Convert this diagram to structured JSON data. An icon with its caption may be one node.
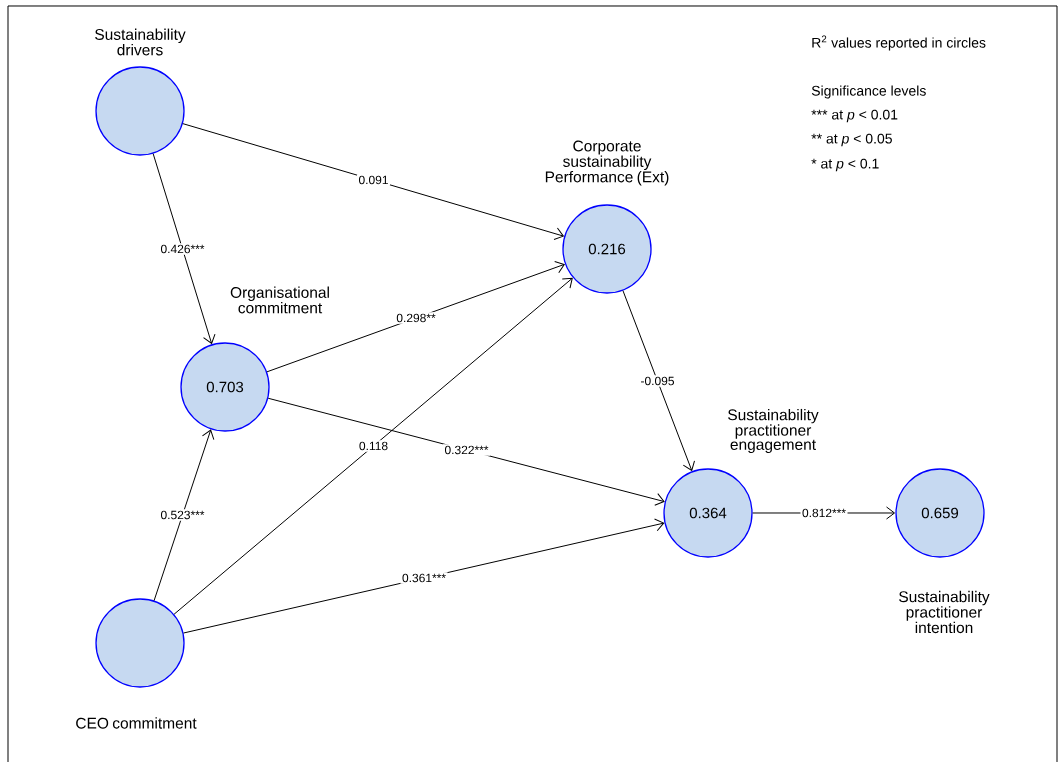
{
  "diagram": {
    "nodes": [
      {
        "text": [
          "Sustainability drivers"
        ]
      },
      {
        "text": [
          "Corporate sustainability Performance (Ext)",
          "0.216"
        ]
      },
      {
        "text": [
          "Organisational commitment",
          "0.703"
        ]
      },
      {
        "text": [
          "Sustainability practitioner engagement",
          "0.364"
        ]
      },
      {
        "text": [
          "0.659",
          "Sustainability practitioner intention"
        ]
      },
      {
        "text": [
          "CEO commitment"
        ]
      }
    ],
    "edges": [
      {
        "from": 0,
        "to": 1,
        "arrow": "to",
        "label": "0.091"
      },
      {
        "from": 0,
        "to": 2,
        "arrow": "to",
        "label": "0.426***"
      },
      {
        "from": 2,
        "to": 1,
        "arrow": "to",
        "label": "0.298**"
      },
      {
        "from": 5,
        "to": 1,
        "arrow": "to",
        "label": "0.118"
      },
      {
        "from": 2,
        "to": 3,
        "arrow": "to",
        "label": "0.322***"
      },
      {
        "from": 5,
        "to": 2,
        "arrow": "to",
        "label": "0.523***"
      },
      {
        "from": 5,
        "to": 3,
        "arrow": "to",
        "label": "0.361***"
      },
      {
        "from": 1,
        "to": 3,
        "arrow": "to",
        "label": "-0.095"
      },
      {
        "from": 3,
        "to": 4,
        "arrow": "to",
        "label": "0.812***"
      }
    ],
    "labels": [
      "R$^{2}$ values reported in circles",
      "Significance levels",
      "*** at *p* < 0.01",
      "** at *p* < 0.05",
      "* at *p* < 0.1"
    ]
  }
}
